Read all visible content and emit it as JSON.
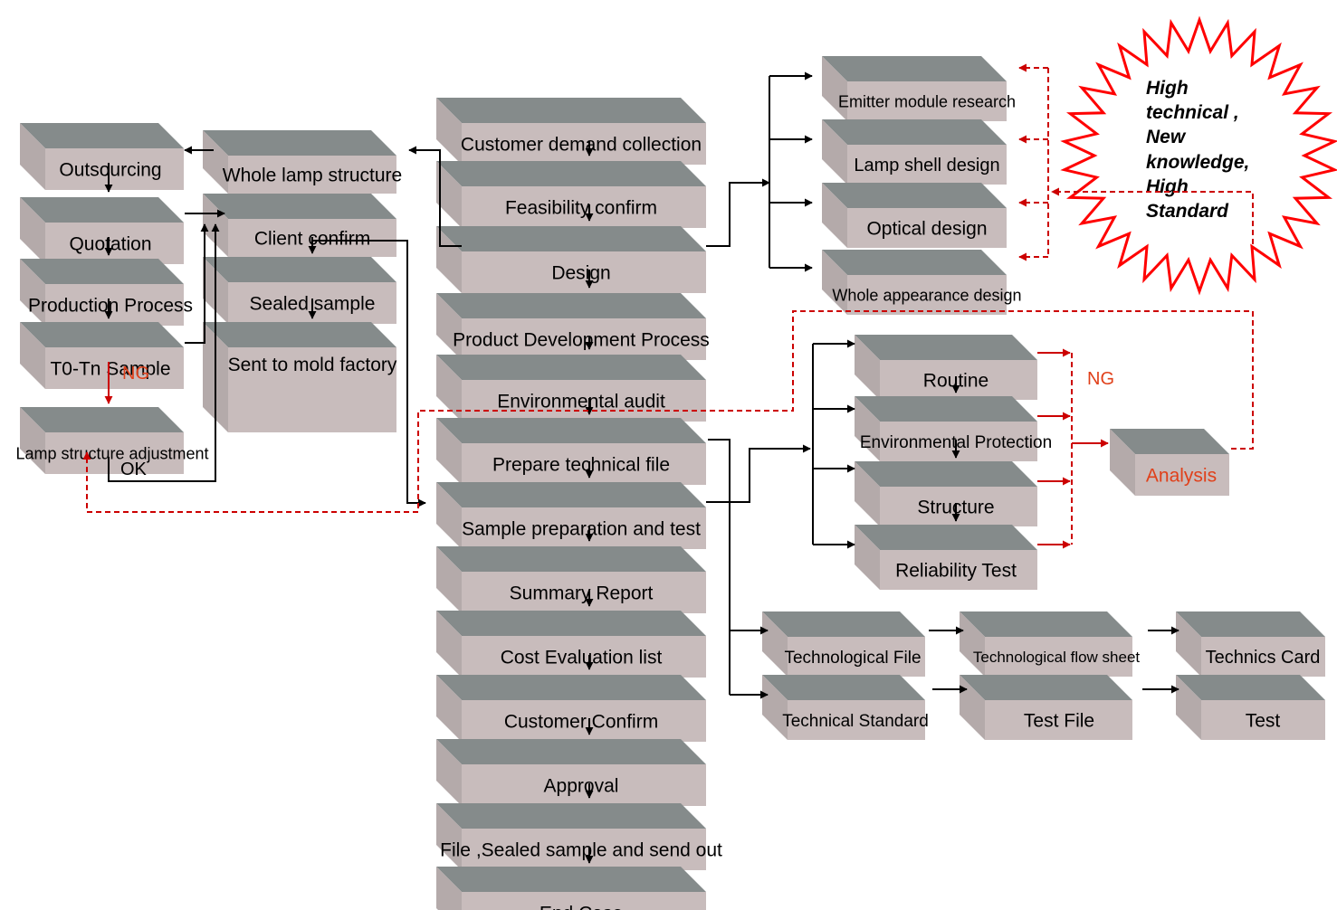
{
  "main_flow": [
    "Customer demand collection",
    "Feasibility confirm",
    "Design",
    "Product Development Process",
    "Environmental audit",
    "Prepare technical file",
    "Sample preparation and test",
    "Summary Report",
    "Cost Evaluation list",
    "Customer Confirm",
    "Approval",
    "File ,Sealed sample and send out",
    "End Case"
  ],
  "design_branch": [
    "Emitter module research",
    "Lamp shell design",
    "Optical design",
    "Whole appearance design"
  ],
  "structure_branch": {
    "whole_lamp_structure": "Whole lamp structure",
    "client_confirm": "Client confirm",
    "sealed_sample": "Sealed sample",
    "sent_to_mold_factory": "Sent to mold factory"
  },
  "outsourcing_branch": [
    "Outsourcing",
    "Quotation",
    "Production Process",
    "T0-Tn Sample",
    "Lamp structure adjustment"
  ],
  "test_branch": [
    "Routine",
    "Environmental Protection",
    "Structure",
    "Reliability Test"
  ],
  "analysis": "Analysis",
  "technical_files": {
    "technological_file": "Technological File",
    "technological_flow_sheet": "Technological flow sheet",
    "technics_card": "Technics Card",
    "technical_standard": "Technical Standard",
    "test_file": "Test File",
    "test": "Test"
  },
  "labels": {
    "ng_left": "NG",
    "ok": "OK",
    "ng_right": "NG"
  },
  "burst_lines": [
    "High",
    "technical ,",
    "New",
    "knowledge,",
    "High",
    "Standard"
  ],
  "colors": {
    "box_front": "#c8bcbc",
    "box_top": "#858b8b",
    "box_side": "#b4aaaa",
    "feedback_red": "#cc0000",
    "accent_text": "#e0401a"
  }
}
